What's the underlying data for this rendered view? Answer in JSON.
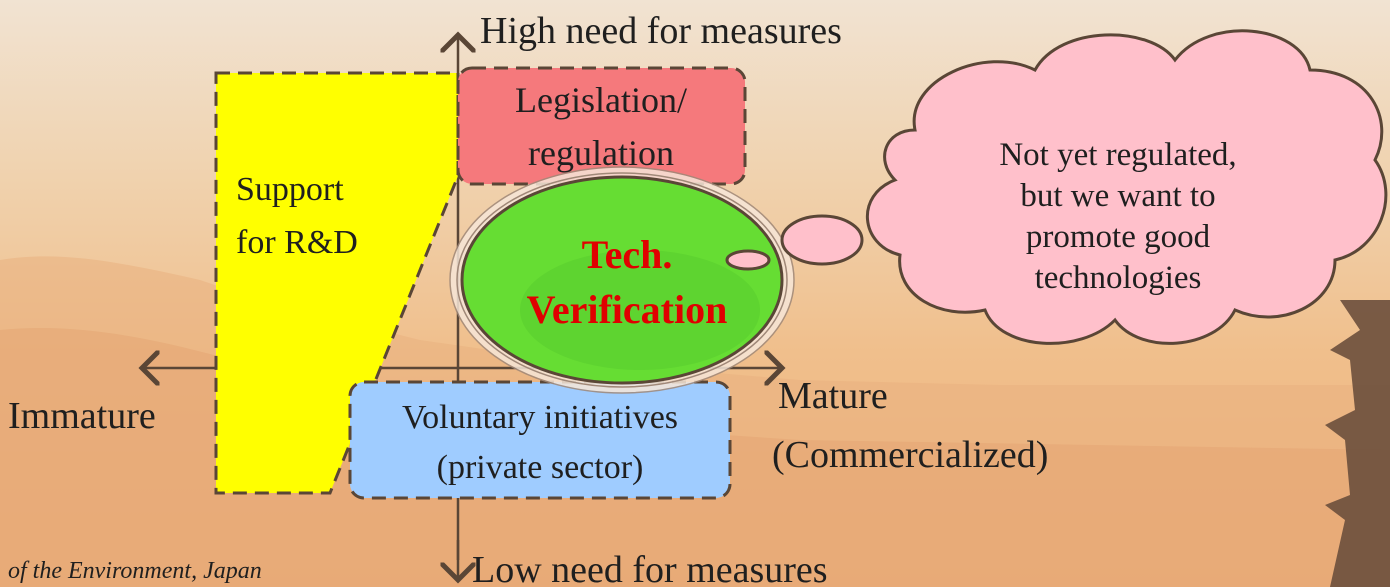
{
  "axes": {
    "top_label": "High need for measures",
    "bottom_label": "Low need for measures",
    "left_label": "Immature",
    "right_label_line1": "Mature",
    "right_label_line2": "(Commercialized)"
  },
  "boxes": {
    "legislation_line1": "Legislation/",
    "legislation_line2": "regulation",
    "support_line1": "Support",
    "support_line2": "for R&D",
    "voluntary_line1": "Voluntary initiatives",
    "voluntary_line2": "(private sector)"
  },
  "center": {
    "line1": "Tech.",
    "line2": "Verification"
  },
  "cloud": {
    "line1": "Not yet regulated,",
    "line2": "but we want to",
    "line3": "promote good",
    "line4": "technologies"
  },
  "footer": {
    "text": "of the Environment, Japan"
  },
  "colors": {
    "yellow_box": "#ffff00",
    "red_box": "#f5797c",
    "blue_box": "#9fccff",
    "ellipse": "#66dd33",
    "cloud": "#ffc0cb",
    "highlight_text": "#e00000"
  }
}
